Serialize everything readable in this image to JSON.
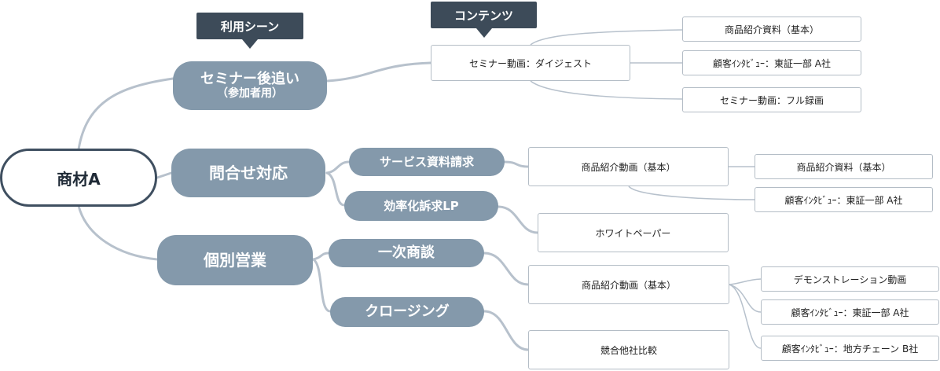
{
  "callouts": {
    "usage": "利用シーン",
    "content": "コンテンツ"
  },
  "root": "商材A",
  "scenes": {
    "seminar": {
      "title": "セミナー後追い",
      "sub": "（参加者用）"
    },
    "inquiry": "問合せ対応",
    "sales": "個別営業"
  },
  "inquiry_children": {
    "material": "サービス資料請求",
    "lp": "効率化訴求LP"
  },
  "sales_children": {
    "first": "一次商談",
    "closing": "クロージング"
  },
  "contents": {
    "seminar_digest": "セミナー動画：ダイジェスト",
    "seminar_a": "商品紹介資料（基本）",
    "seminar_b": "顧客ｲﾝﾀﾋﾞｭｰ：東証一部 A社",
    "seminar_c": "セミナー動画：フル録画",
    "inquiry_video": "商品紹介動画（基本）",
    "inquiry_a": "商品紹介資料（基本）",
    "inquiry_b": "顧客ｲﾝﾀﾋﾞｭｰ：東証一部 A社",
    "whitepaper": "ホワイトペーパー",
    "sales_video": "商品紹介動画（基本）",
    "sales_a": "デモンストレーション動画",
    "sales_b": "顧客ｲﾝﾀﾋﾞｭｰ：東証一部 A社",
    "sales_c": "顧客ｲﾝﾀﾋﾞｭｰ：地方チェーン B社",
    "compare": "競合他社比較"
  }
}
